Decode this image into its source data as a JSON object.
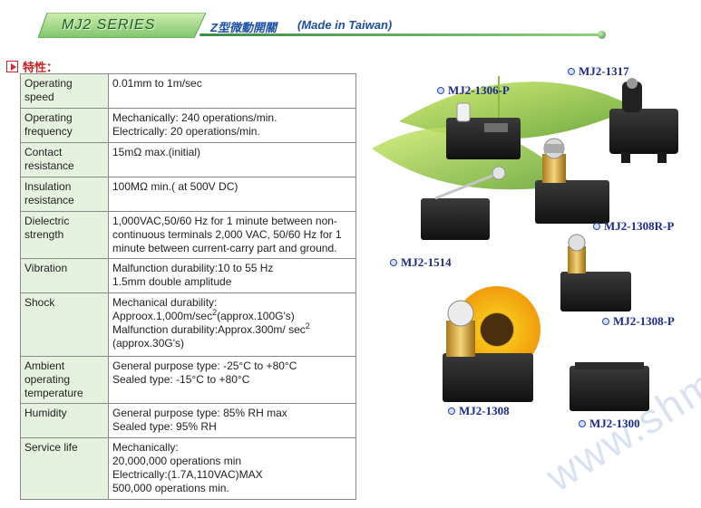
{
  "header": {
    "series": "MJ2 SERIES",
    "title": "Z型微動開關",
    "subtitle": "(Made in Taiwan)"
  },
  "section": {
    "title": "特性："
  },
  "specs": [
    {
      "key": "Operating speed",
      "lines": [
        "0.01mm to 1m/sec"
      ]
    },
    {
      "key": "Operating frequency",
      "lines": [
        "Mechanically: 240 operations/min.",
        "Electrically: 20 operations/min."
      ]
    },
    {
      "key": "Contact resistance",
      "lines": [
        "15mΩ max.(initial)"
      ]
    },
    {
      "key": "Insulation resistance",
      "lines": [
        "100MΩ min.( at 500V DC)"
      ]
    },
    {
      "key": "Dielectric strength",
      "lines": [
        "1,000VAC,50/60 Hz for 1 minute between non-continuous terminals 2,000 VAC, 50/60 Hz for 1 minute between current-carry part and ground."
      ]
    },
    {
      "key": "Vibration",
      "lines": [
        "Malfunction durability:10 to 55 Hz",
        "1.5mm double amplitude"
      ]
    },
    {
      "key": "Shock",
      "lines": [
        "Mechanical durability:"
      ]
    },
    {
      "key": "Ambient operating temperature",
      "lines": [
        "General purpose type: -25°C to +80°C",
        "Sealed type: -15°C to +80°C"
      ]
    },
    {
      "key": "Humidity",
      "lines": [
        "General purpose type: 85% RH max",
        "Sealed type: 95% RH"
      ]
    },
    {
      "key": "Service life",
      "lines": [
        "Mechanically:",
        "20,000,000 operations min",
        "Electrically:(1.7A,110VAC)MAX",
        "500,000 operations min."
      ]
    }
  ],
  "shock": {
    "line1": "Mechanical durability:",
    "line2_pre": "Approox.1,000m/sec",
    "line2_sup": "2",
    "line2_post": "(approx.100G's)",
    "line3_pre": "Malfunction durability:Approx.300m/ sec",
    "line3_sup": "2",
    "line4": "(approx.30G's)"
  },
  "products": [
    "MJ2-1317",
    "MJ2-1306-P",
    "MJ2-1308R-P",
    "MJ2-1514",
    "MJ2-1308-P",
    "MJ2-1308",
    "MJ2-1300"
  ],
  "watermark": "www.shmrid.com",
  "colors": {
    "accent_green": "#3c8b47",
    "header_blue": "#1d4fa8",
    "section_red": "#c82323",
    "table_key_bg": "#e6f2e0",
    "label_navy": "#1b2a8e"
  }
}
